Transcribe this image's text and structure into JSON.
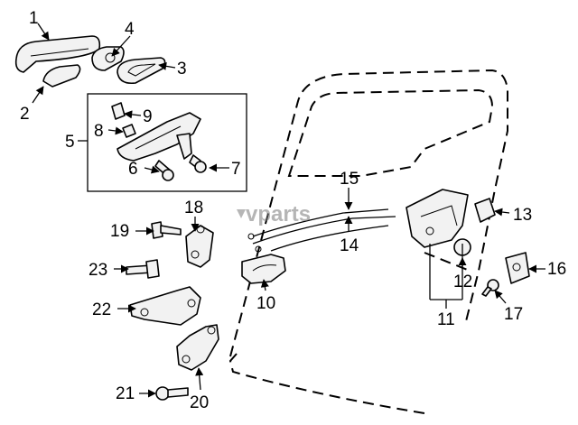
{
  "watermark": "vparts",
  "callouts": {
    "c1": "1",
    "c2": "2",
    "c3": "3",
    "c4": "4",
    "c5": "5",
    "c6": "6",
    "c7": "7",
    "c8": "8",
    "c9": "9",
    "c10": "10",
    "c11": "11",
    "c12": "12",
    "c13": "13",
    "c14": "14",
    "c15": "15",
    "c16": "16",
    "c17": "17",
    "c18": "18",
    "c19": "19",
    "c20": "20",
    "c21": "21",
    "c22": "22",
    "c23": "23"
  }
}
